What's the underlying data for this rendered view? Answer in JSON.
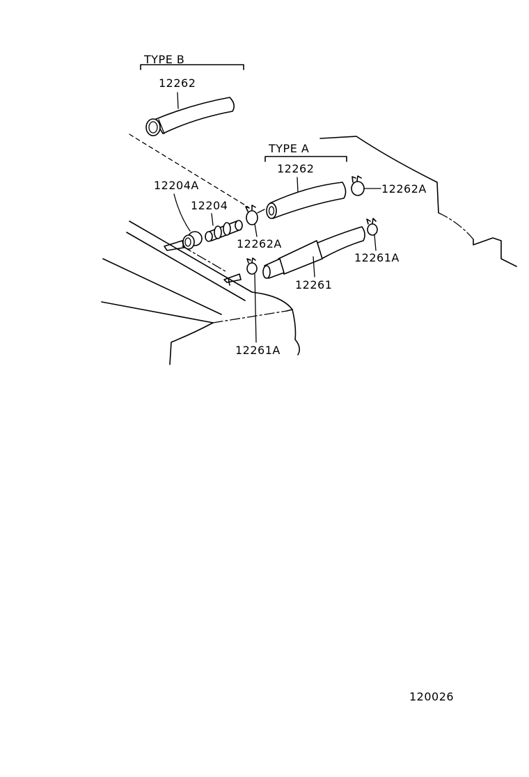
{
  "diagram": {
    "type_b_title": "TYPE B",
    "type_a_title": "TYPE A",
    "labels": {
      "hose_type_b": "12262",
      "hose_type_a": "12262",
      "clamp_12262a_right": "12262A",
      "clamp_12262a_left": "12262A",
      "grommet": "12204A",
      "pcv_valve": "12204",
      "hose_12261": "12261",
      "clamp_12261a_right": "12261A",
      "clamp_12261a_bottom": "12261A"
    },
    "figure_number": "120026"
  }
}
